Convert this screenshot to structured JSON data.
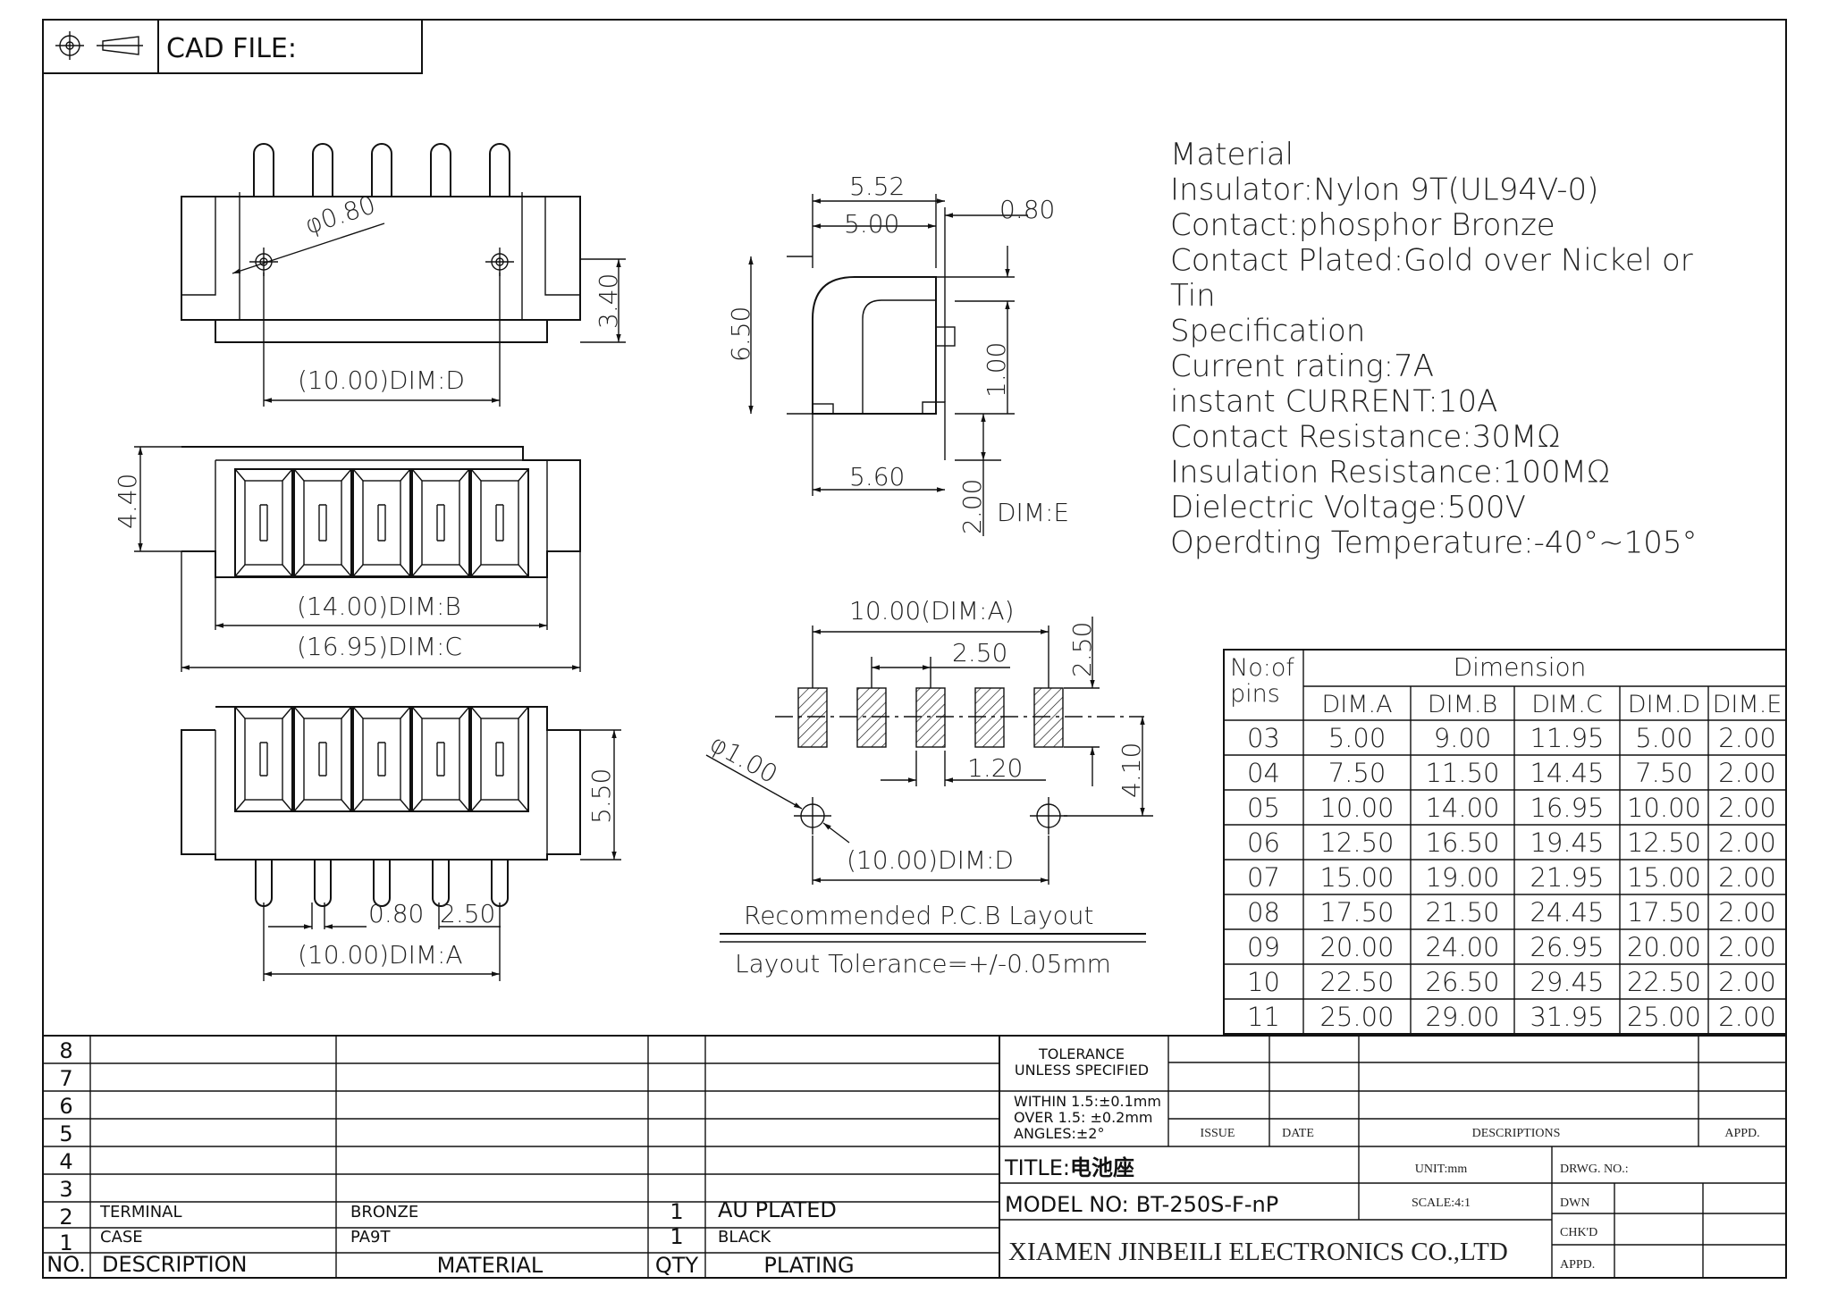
{
  "header": {
    "cad_file_label": "CAD FILE:"
  },
  "views": {
    "top": {
      "hole_dia": "φ0.80",
      "height": "3.40",
      "dim_d": "(10.00)DIM:D"
    },
    "front": {
      "height": "4.40",
      "dim_b": "(14.00)DIM:B",
      "dim_c": "(16.95)DIM:C"
    },
    "bottom": {
      "height": "5.50",
      "pin_width": "0.80",
      "pitch": "2.50",
      "dim_a": "(10.00)DIM:A"
    },
    "side": {
      "w1": "5.52",
      "w2": "5.00",
      "t": "0.80",
      "h": "6.50",
      "peg": "1.00",
      "depth": "5.60",
      "tail": "2.00",
      "dim_e": "DIM:E"
    },
    "pcb": {
      "dim_a": "10.00(DIM:A)",
      "pitch": "2.50",
      "pad_h": "2.50",
      "hole_dia": "φ1.00",
      "pad_w": "1.20",
      "offset": "4.10",
      "dim_d": "(10.00)DIM:D",
      "title": "Recommended P.C.B Layout",
      "tolerance": "Layout Tolerance=+/-0.05mm"
    }
  },
  "spec": {
    "lines": [
      "Material",
      "Insulator:Nylon 9T(UL94V-0)",
      "Contact:phosphor Bronze",
      "Contact Plated:Gold over Nickel or",
      "Tin",
      "Specification",
      "Current rating:7A",
      "instant CURRENT:10A",
      "Contact Resistance:30MΩ",
      "Insulation Resistance:100MΩ",
      "Dielectric Voltage:500V",
      "Operdting Temperature:-40°~105°"
    ]
  },
  "dim_table": {
    "corner": [
      "No:of",
      "pins"
    ],
    "group": "Dimension",
    "headers": [
      "DIM.A",
      "DIM.B",
      "DIM.C",
      "DIM.D",
      "DIM.E"
    ],
    "rows": [
      [
        "03",
        "5.00",
        "9.00",
        "11.95",
        "5.00",
        "2.00"
      ],
      [
        "04",
        "7.50",
        "11.50",
        "14.45",
        "7.50",
        "2.00"
      ],
      [
        "05",
        "10.00",
        "14.00",
        "16.95",
        "10.00",
        "2.00"
      ],
      [
        "06",
        "12.50",
        "16.50",
        "19.45",
        "12.50",
        "2.00"
      ],
      [
        "07",
        "15.00",
        "19.00",
        "21.95",
        "15.00",
        "2.00"
      ],
      [
        "08",
        "17.50",
        "21.50",
        "24.45",
        "17.50",
        "2.00"
      ],
      [
        "09",
        "20.00",
        "24.00",
        "26.95",
        "20.00",
        "2.00"
      ],
      [
        "10",
        "22.50",
        "26.50",
        "29.45",
        "22.50",
        "2.00"
      ],
      [
        "11",
        "25.00",
        "29.00",
        "31.95",
        "25.00",
        "2.00"
      ]
    ]
  },
  "bom": {
    "row_numbers": [
      "8",
      "7",
      "6",
      "5",
      "4",
      "3",
      "2",
      "1"
    ],
    "items": [
      {
        "no": "2",
        "desc": "TERMINAL",
        "material": "BRONZE",
        "qty": "1",
        "plating": "AU PLATED"
      },
      {
        "no": "1",
        "desc": "CASE",
        "material": "PA9T",
        "qty": "1",
        "plating": "BLACK"
      }
    ],
    "headers": {
      "no": "NO.",
      "desc": "DESCRIPTION",
      "material": "MATERIAL",
      "qty": "QTY",
      "plating": "PLATING"
    }
  },
  "title_block": {
    "tolerance_title": [
      "TOLERANCE",
      "UNLESS SPECIFIED"
    ],
    "tolerance_lines": [
      "WITHIN 1.5:±0.1mm",
      "OVER 1.5:  ±0.2mm",
      "ANGLES:±2°"
    ],
    "rev_headers": {
      "issue": "ISSUE",
      "date": "DATE",
      "descriptions": "DESCRIPTIONS",
      "appd": "APPD."
    },
    "title_label": "TITLE:",
    "title_value": "电池座",
    "unit": "UNIT:mm",
    "drwg_no": "DRWG. NO.:",
    "model_label": "MODEL NO:",
    "model_value": "BT-250S-F-nP",
    "scale": "SCALE:4:1",
    "dwn": "DWN",
    "chkd": "CHK'D",
    "appd": "APPD.",
    "company": "XIAMEN JINBEILI ELECTRONICS CO.,LTD"
  }
}
